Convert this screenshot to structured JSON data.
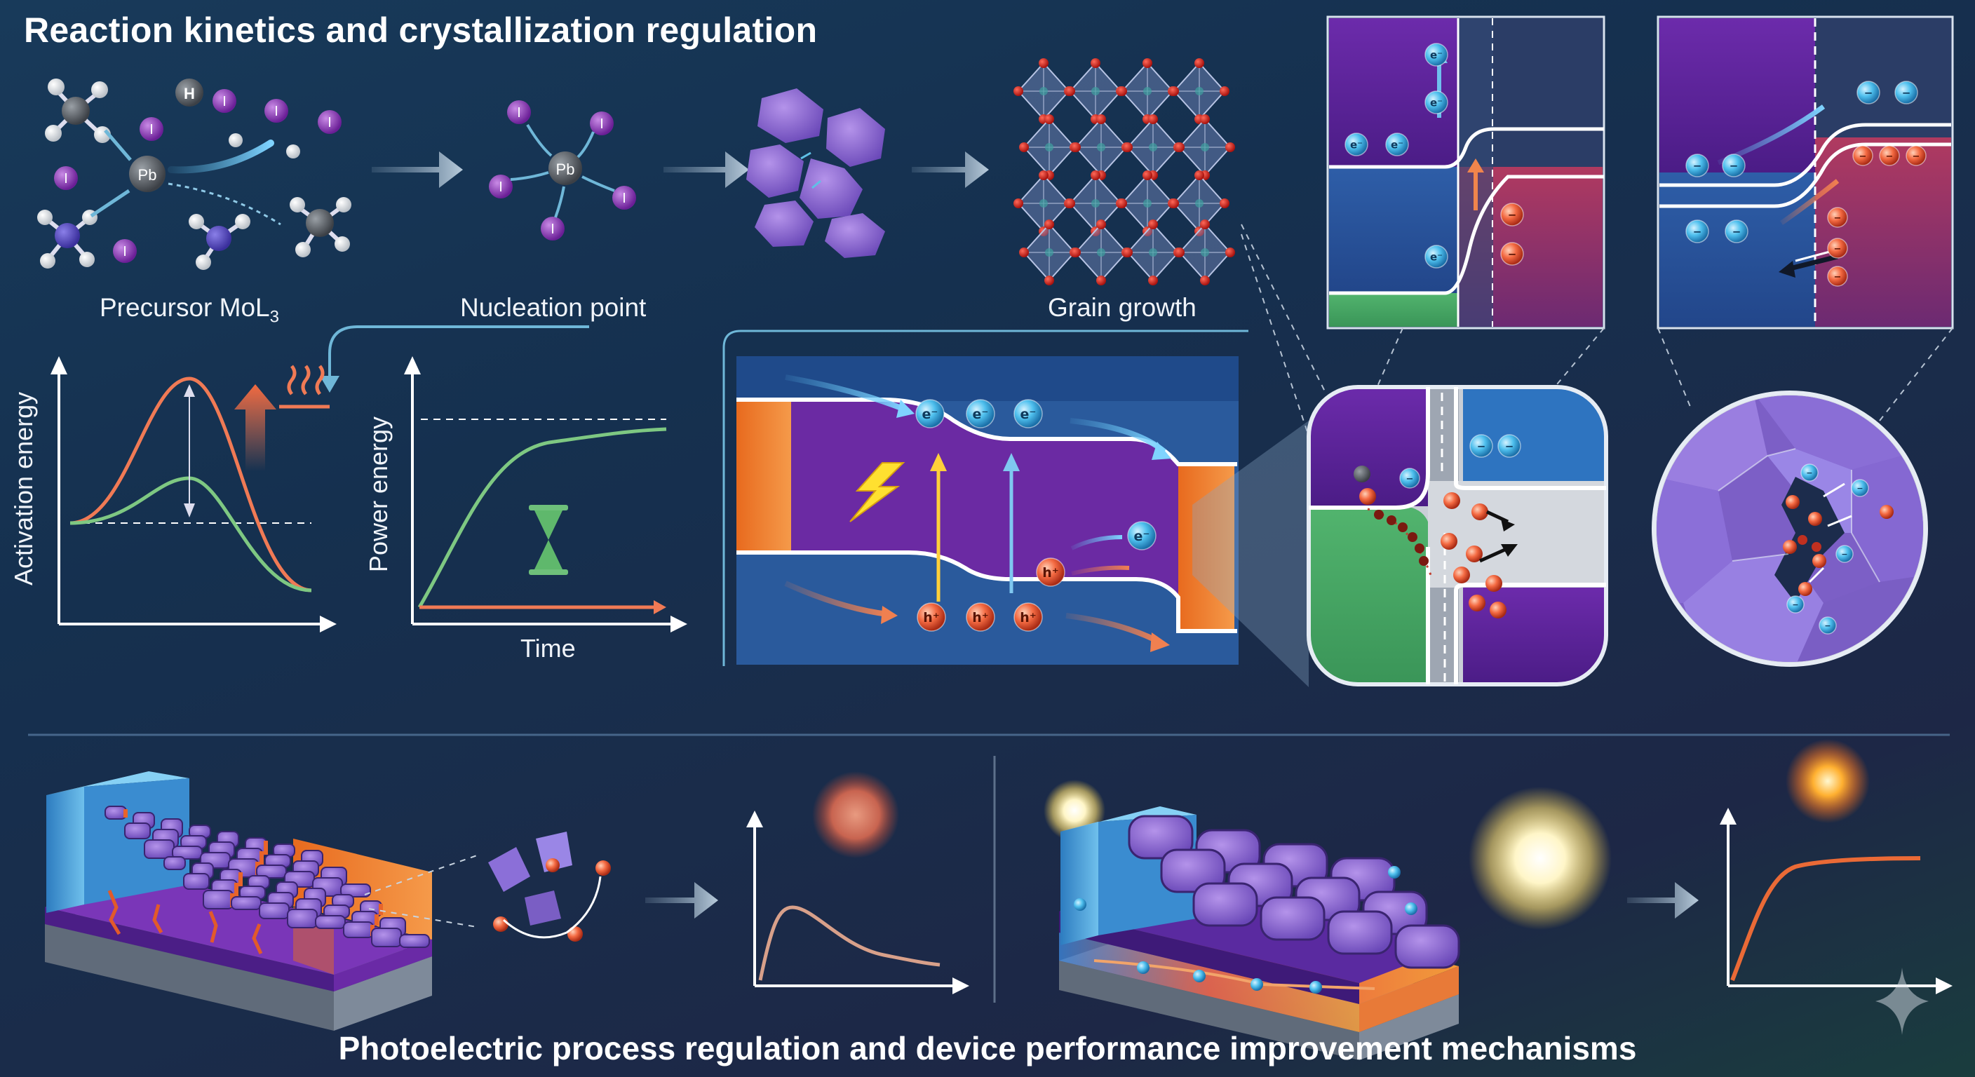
{
  "titles": {
    "top": "Reaction kinetics and crystallization regulation",
    "bottom": "Photoelectric process regulation and device performance improvement mechanisms"
  },
  "stage_labels": {
    "precursor": "Precursor MoL",
    "precursor_sub": "3",
    "nucleation": "Nucleation point",
    "grain_growth": "Grain growth"
  },
  "atoms": {
    "iodide": "I",
    "lead": "Pb",
    "hydrogen": "H"
  },
  "carriers": {
    "electron": "e⁻",
    "hole": "h⁺"
  },
  "axes": {
    "activation_energy": "Activation energy",
    "power_energy": "Power energy",
    "time": "Time"
  },
  "colors": {
    "perovskite_purple": "#6b2aa3",
    "electron_blue": "#46b7e6",
    "hole_orange": "#f06a45",
    "high_barrier": "#f07a55",
    "low_barrier": "#7ec882",
    "etl_orange": "#ec7a2a",
    "htl_blue": "#3a86c8"
  },
  "icons": [
    "heat-icon",
    "up-arrow-icon",
    "hourglass-icon",
    "lightning-icon",
    "sun-icon",
    "sparkle-icon"
  ]
}
